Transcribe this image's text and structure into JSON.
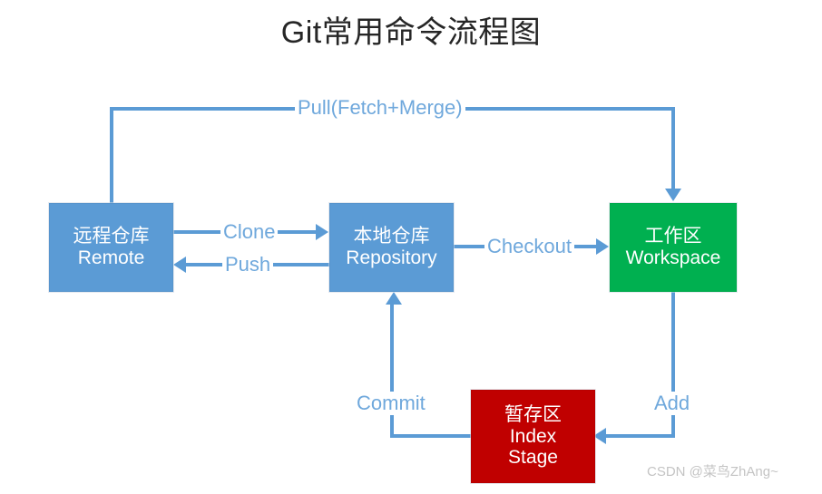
{
  "title": "Git常用命令流程图",
  "watermark": "CSDN @菜鸟ZhAng~",
  "colors": {
    "blue": "#5B9BD5",
    "green": "#00B050",
    "red": "#C00000",
    "label_blue": "#6FA8DC",
    "title": "#262626",
    "background": "#FFFFFF",
    "watermark": "#C4C4C4"
  },
  "nodes": [
    {
      "id": "remote",
      "cn": "远程仓库",
      "en": "Remote",
      "color": "#5B9BD5"
    },
    {
      "id": "repository",
      "cn": "本地仓库",
      "en": "Repository",
      "color": "#5B9BD5"
    },
    {
      "id": "workspace",
      "cn": "工作区",
      "en": "Workspace",
      "color": "#00B050"
    },
    {
      "id": "index",
      "cn": "暂存区",
      "en": "Index",
      "en2": "Stage",
      "color": "#C00000"
    }
  ],
  "edges": [
    {
      "id": "pull",
      "label": "Pull(Fetch+Merge)",
      "from": "remote",
      "to": "workspace"
    },
    {
      "id": "clone",
      "label": "Clone",
      "from": "remote",
      "to": "repository"
    },
    {
      "id": "push",
      "label": "Push",
      "from": "repository",
      "to": "remote"
    },
    {
      "id": "checkout",
      "label": "Checkout",
      "from": "repository",
      "to": "workspace"
    },
    {
      "id": "add",
      "label": "Add",
      "from": "workspace",
      "to": "index"
    },
    {
      "id": "commit",
      "label": "Commit",
      "from": "index",
      "to": "repository"
    }
  ]
}
